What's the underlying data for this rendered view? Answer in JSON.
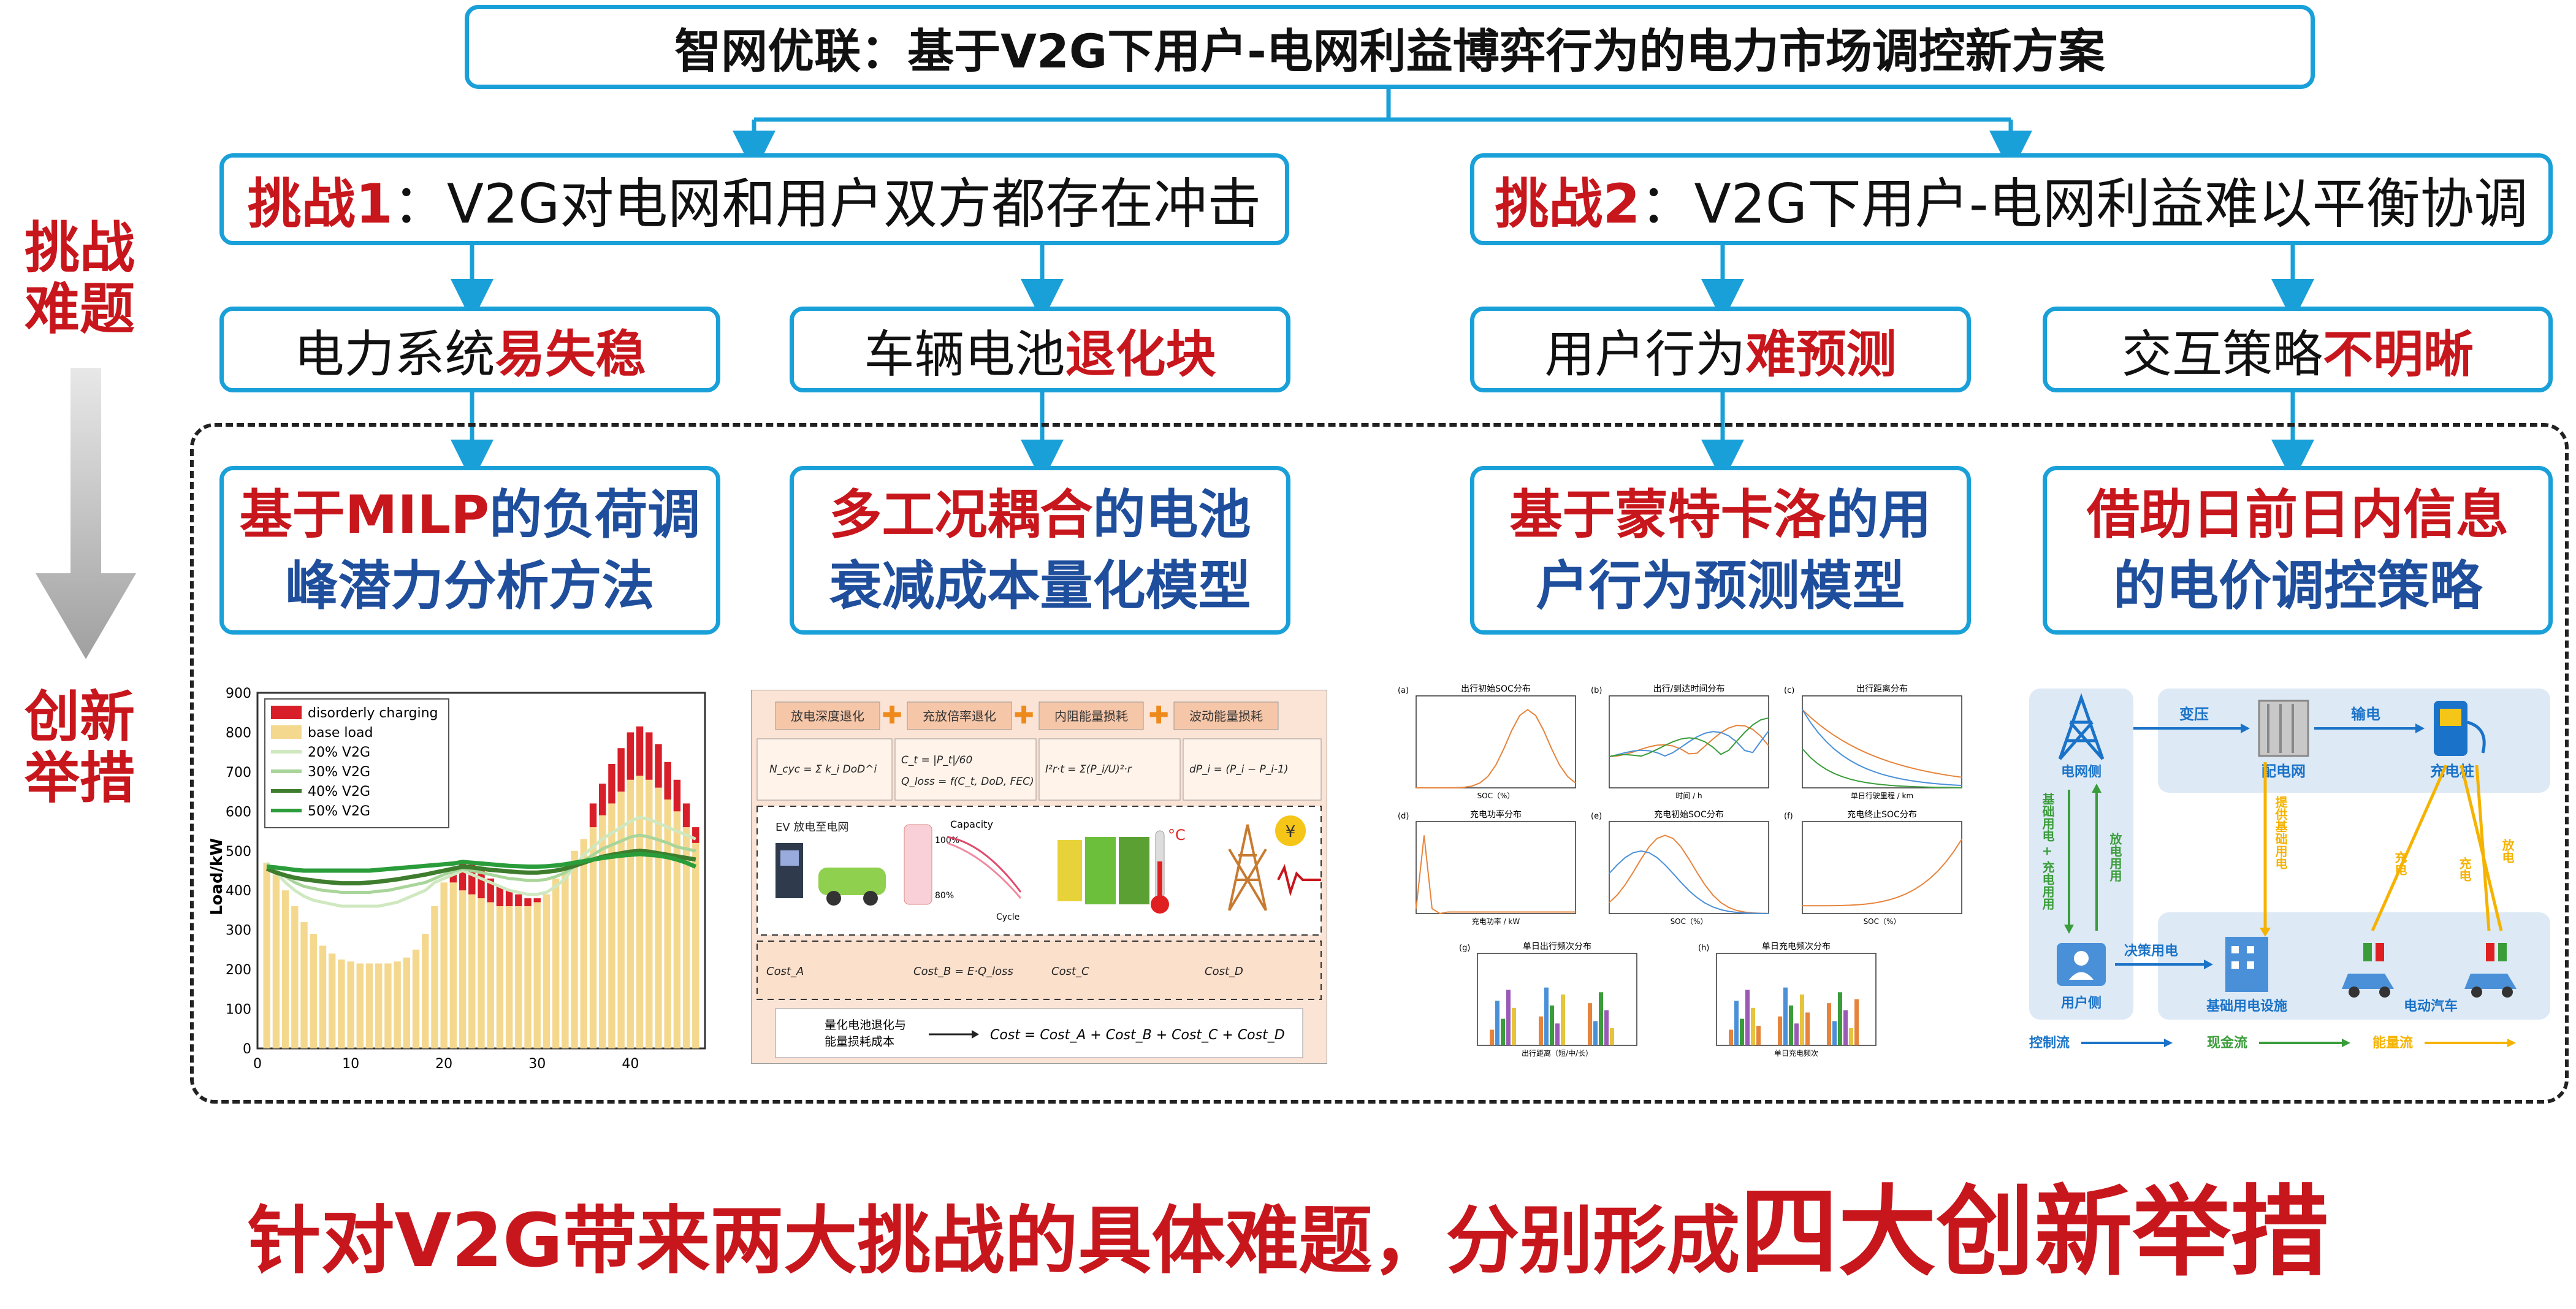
{
  "title": "智网优联：基于V2G下用户-电网利益博弈行为的电力市场调控新方案",
  "side": {
    "top": "挑战难题",
    "bottom": "创新举措"
  },
  "challenges": [
    {
      "label": "挑战1",
      "text": "：V2G对电网和用户双方都存在冲击"
    },
    {
      "label": "挑战2",
      "text": "：V2G下用户-电网利益难以平衡协调"
    }
  ],
  "problems": [
    {
      "plain": "电力系统",
      "red": "易失稳"
    },
    {
      "plain": "车辆电池",
      "red": "退化块"
    },
    {
      "plain": "用户行为",
      "red": "难预测"
    },
    {
      "plain": "交互策略",
      "red": "不明晰"
    }
  ],
  "innovations": [
    {
      "l1_red": "基于MILP",
      "l1_blue": "的负荷调",
      "l2": "峰潜力分析方法"
    },
    {
      "l1_red": "多工况耦合",
      "l1_blue": "的电池",
      "l2": "衰减成本量化模型"
    },
    {
      "l1_red": "基于蒙特卡洛",
      "l1_blue": "的用",
      "l2": "户行为预测模型"
    },
    {
      "l1_red": "借助日前日内信息",
      "l1_blue": "",
      "l2": "的电价调控策略"
    }
  ],
  "bottom": {
    "normal": "针对V2G带来两大挑战的具体难题，分别形成",
    "big": "四大创新举措"
  },
  "chart_data": {
    "type": "bar",
    "ylabel": "Load/kW",
    "xlabel": "",
    "ylim": [
      0,
      900
    ],
    "xlim": [
      0,
      48
    ],
    "xticks": [
      "0",
      "10",
      "20",
      "30",
      "40"
    ],
    "yticks": [
      "0",
      "100",
      "200",
      "300",
      "400",
      "500",
      "600",
      "700",
      "800",
      "900"
    ],
    "legend": [
      "disorderly charging",
      "base load",
      "20% V2G",
      "30% V2G",
      "40% V2G",
      "50% V2G"
    ],
    "legend_placement": "top-left",
    "x": [
      1,
      2,
      3,
      4,
      5,
      6,
      7,
      8,
      9,
      10,
      11,
      12,
      13,
      14,
      15,
      16,
      17,
      18,
      19,
      20,
      21,
      22,
      23,
      24,
      25,
      26,
      27,
      28,
      29,
      30,
      31,
      32,
      33,
      34,
      35,
      36,
      37,
      38,
      39,
      40,
      41,
      42,
      43,
      44,
      45,
      46,
      47
    ],
    "base_load": [
      470,
      440,
      400,
      360,
      320,
      290,
      260,
      240,
      225,
      220,
      215,
      215,
      215,
      215,
      220,
      230,
      250,
      290,
      360,
      420,
      420,
      400,
      390,
      380,
      370,
      360,
      360,
      360,
      360,
      370,
      390,
      430,
      460,
      500,
      530,
      560,
      590,
      620,
      650,
      680,
      690,
      680,
      660,
      630,
      600,
      560,
      520
    ],
    "disorderly_extra": [
      0,
      0,
      0,
      0,
      0,
      0,
      0,
      0,
      0,
      0,
      0,
      0,
      0,
      0,
      0,
      0,
      0,
      0,
      0,
      0,
      25,
      70,
      75,
      70,
      60,
      50,
      40,
      30,
      20,
      10,
      0,
      0,
      0,
      0,
      0,
      60,
      80,
      100,
      110,
      120,
      125,
      120,
      110,
      95,
      80,
      60,
      40
    ],
    "series": [
      {
        "name": "20% V2G",
        "values": [
          470,
          445,
          420,
          400,
          385,
          375,
          370,
          365,
          360,
          360,
          360,
          360,
          360,
          365,
          370,
          380,
          390,
          400,
          420,
          430,
          440,
          450,
          440,
          430,
          420,
          410,
          400,
          395,
          390,
          390,
          395,
          410,
          430,
          460,
          490,
          510,
          530,
          545,
          560,
          575,
          585,
          580,
          570,
          560,
          550,
          540,
          530
        ]
      },
      {
        "name": "30% V2G",
        "values": [
          465,
          450,
          435,
          420,
          410,
          405,
          400,
          398,
          395,
          395,
          395,
          395,
          398,
          400,
          405,
          410,
          415,
          420,
          430,
          440,
          448,
          455,
          450,
          445,
          440,
          435,
          430,
          428,
          425,
          425,
          428,
          435,
          445,
          460,
          475,
          490,
          505,
          515,
          525,
          535,
          540,
          535,
          528,
          520,
          510,
          505,
          500
        ]
      },
      {
        "name": "40% V2G",
        "values": [
          455,
          445,
          438,
          432,
          428,
          425,
          422,
          420,
          418,
          418,
          418,
          420,
          422,
          425,
          428,
          432,
          436,
          440,
          445,
          450,
          455,
          460,
          458,
          455,
          452,
          450,
          448,
          446,
          445,
          445,
          447,
          450,
          455,
          462,
          470,
          478,
          485,
          490,
          494,
          498,
          500,
          498,
          494,
          490,
          486,
          482,
          478
        ]
      },
      {
        "name": "50% V2G",
        "values": [
          460,
          458,
          455,
          452,
          450,
          450,
          450,
          450,
          450,
          450,
          450,
          450,
          452,
          454,
          456,
          458,
          460,
          462,
          464,
          466,
          468,
          472,
          470,
          468,
          466,
          464,
          462,
          461,
          460,
          460,
          461,
          463,
          466,
          470,
          474,
          478,
          482,
          485,
          488,
          490,
          492,
          490,
          488,
          484,
          478,
          470,
          460
        ]
      }
    ],
    "colors": {
      "disorderly": "#d81e28",
      "base": "#f4d88e",
      "s20": "#cfe8c0",
      "s30": "#a9d59a",
      "s40": "#3f7d2e",
      "s50": "#2a9d3a"
    }
  },
  "battery_panel": {
    "headers": [
      "放电深度退化",
      "充放倍率退化",
      "内阻能量损耗",
      "波动能量损耗"
    ],
    "ev_label": "EV 放电至电网",
    "capacity_label": "Capacity",
    "pct100": "100%",
    "pct80": "80%",
    "cycle_label": "Cycle",
    "temp_label": "°C",
    "yen": "¥",
    "cost_a": "Cost_A",
    "cost_b": "Cost_B = E·Q_loss",
    "cost_c": "Cost_C",
    "cost_d": "Cost_D",
    "note1": "量化电池退化与",
    "note2": "能量损耗成本",
    "total": "Cost = Cost_A + Cost_B + Cost_C + Cost_D"
  },
  "mc_panel": {
    "titles": [
      "出行初始SOC分布",
      "出行/到达时间分布",
      "出行距离分布",
      "充电功率分布",
      "充电初始SOC分布",
      "充电终止SOC分布",
      "单日出行频次分布",
      "单日充电频次分布"
    ],
    "letters": [
      "(a)",
      "(b)",
      "(c)",
      "(d)",
      "(e)",
      "(f)",
      "(g)",
      "(h)"
    ],
    "xlabels": [
      "SOC（%）",
      "时间 / h",
      "单日行驶里程 / km",
      "充电功率 / kW",
      "SOC（%）",
      "SOC（%）",
      "出行距离（短/中/长）",
      "单日充电频次"
    ]
  },
  "strategy_panel": {
    "grid_side": "电网侧",
    "substation": "变压",
    "transmit": "输电",
    "distribution": "配电网",
    "pile": "充电桩",
    "basic_elec": "基础用电 + 充电用用",
    "discharge_use": "放电用用",
    "provide_basic": "提供基础用电",
    "charge1": "充电",
    "charge2": "充电",
    "discharge": "放电",
    "user_side": "用户侧",
    "decision": "决策用电",
    "facility": "基础用电设施",
    "ev": "电动汽车",
    "flow_control": "控制流",
    "flow_cash": "现金流",
    "flow_energy": "能量流"
  }
}
